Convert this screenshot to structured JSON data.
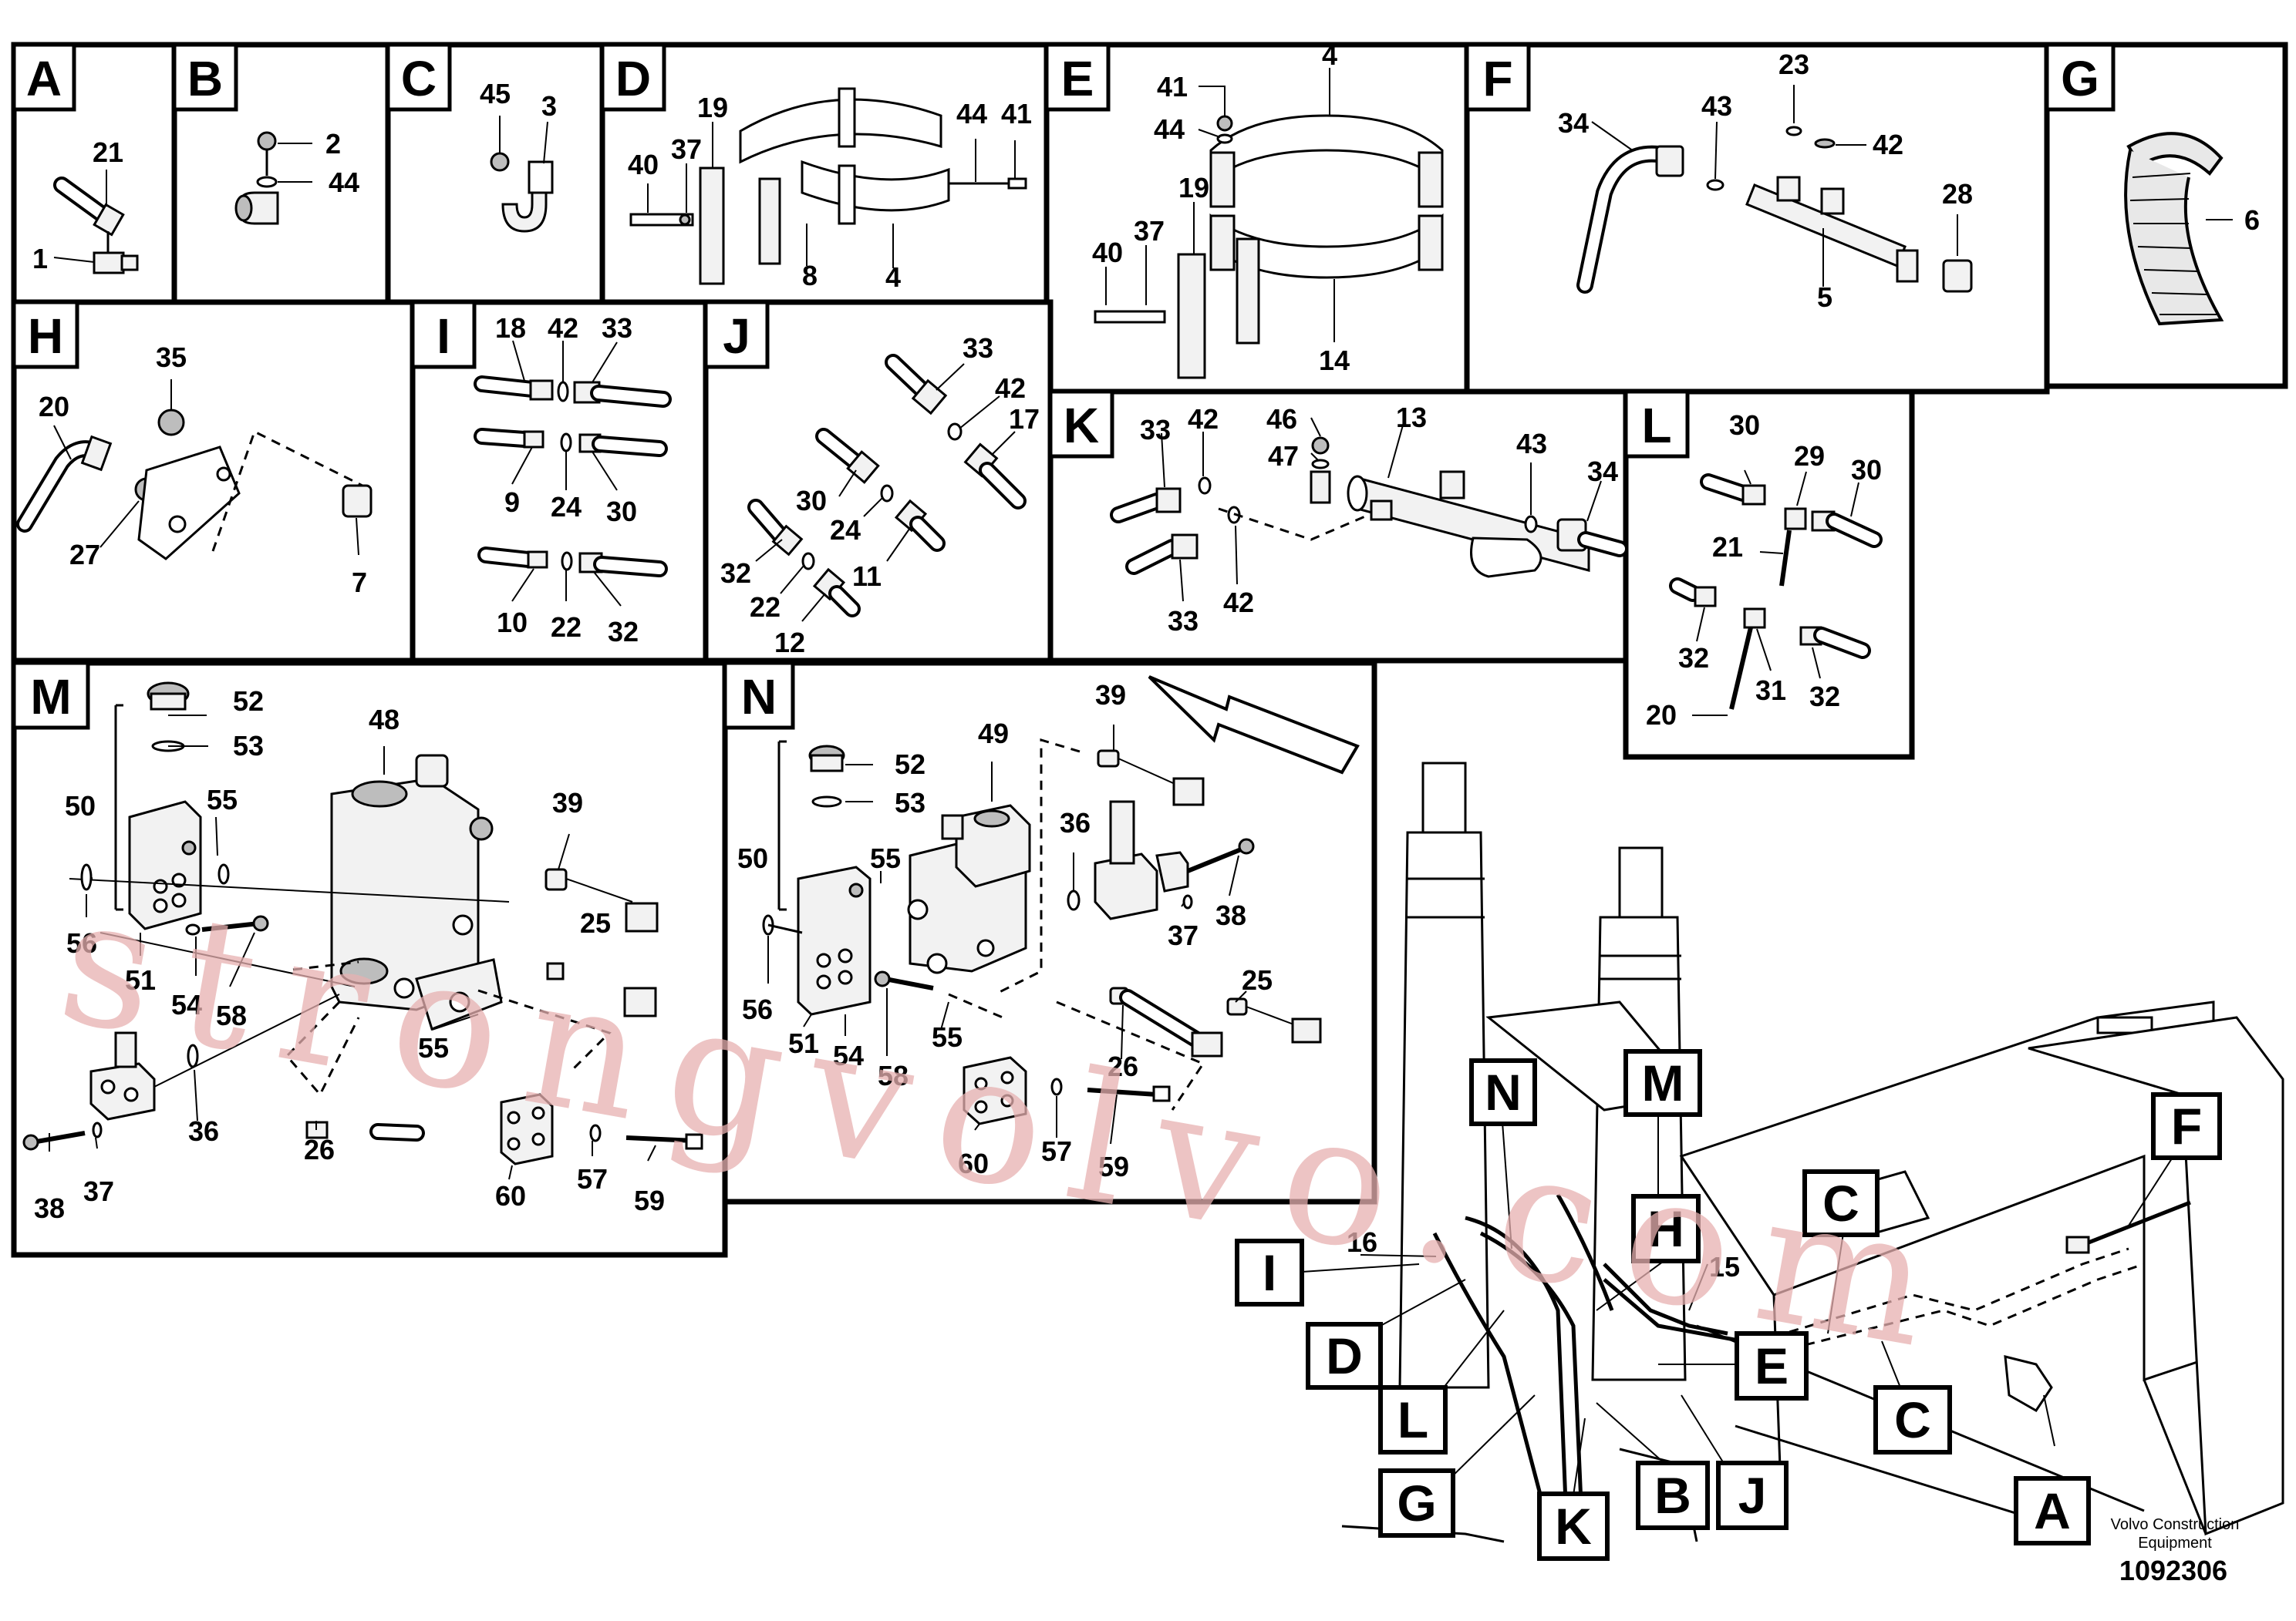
{
  "panels": [
    {
      "id": "A",
      "label": "A",
      "numbers": [
        "21",
        "1"
      ]
    },
    {
      "id": "B",
      "label": "B",
      "numbers": [
        "2",
        "44"
      ]
    },
    {
      "id": "C",
      "label": "C",
      "numbers": [
        "45",
        "3"
      ]
    },
    {
      "id": "D",
      "label": "D",
      "numbers": [
        "19",
        "37",
        "40",
        "8",
        "4",
        "44",
        "41"
      ]
    },
    {
      "id": "E",
      "label": "E",
      "numbers": [
        "41",
        "44",
        "4",
        "19",
        "37",
        "40",
        "14"
      ]
    },
    {
      "id": "F",
      "label": "F",
      "numbers": [
        "23",
        "43",
        "42",
        "34",
        "28",
        "5"
      ]
    },
    {
      "id": "G",
      "label": "G",
      "numbers": [
        "6"
      ]
    },
    {
      "id": "H",
      "label": "H",
      "numbers": [
        "35",
        "20",
        "27",
        "7"
      ]
    },
    {
      "id": "I",
      "label": "I",
      "numbers": [
        "18",
        "42",
        "33",
        "9",
        "24",
        "30",
        "10",
        "22",
        "32"
      ]
    },
    {
      "id": "J",
      "label": "J",
      "numbers": [
        "33",
        "42",
        "17",
        "30",
        "24",
        "32",
        "11",
        "22",
        "12"
      ]
    },
    {
      "id": "K",
      "label": "K",
      "numbers": [
        "46",
        "13",
        "33",
        "42",
        "47",
        "43",
        "34",
        "33",
        "42"
      ]
    },
    {
      "id": "L",
      "label": "L",
      "numbers": [
        "30",
        "29",
        "30",
        "21",
        "32",
        "31",
        "32",
        "20"
      ]
    },
    {
      "id": "M",
      "label": "M",
      "numbers": [
        "52",
        "53",
        "48",
        "50",
        "55",
        "39",
        "56",
        "51",
        "54",
        "58",
        "25",
        "55",
        "36",
        "26",
        "60",
        "57",
        "59",
        "38",
        "37"
      ]
    },
    {
      "id": "N",
      "label": "N",
      "numbers": [
        "39",
        "49",
        "52",
        "53",
        "36",
        "50",
        "55",
        "38",
        "37",
        "25",
        "56",
        "51",
        "54",
        "58",
        "55",
        "26",
        "60",
        "57",
        "59"
      ]
    }
  ],
  "overview": {
    "callouts": [
      "N",
      "M",
      "H",
      "I",
      "D",
      "L",
      "G",
      "K",
      "B",
      "J",
      "E",
      "C",
      "A",
      "F",
      "C"
    ],
    "numbers": [
      "16",
      "15"
    ]
  },
  "watermark": "strongvolvo.com",
  "footer": {
    "brand_line1": "Volvo Construction",
    "brand_line2": "Equipment",
    "drawing_number": "1092306"
  }
}
